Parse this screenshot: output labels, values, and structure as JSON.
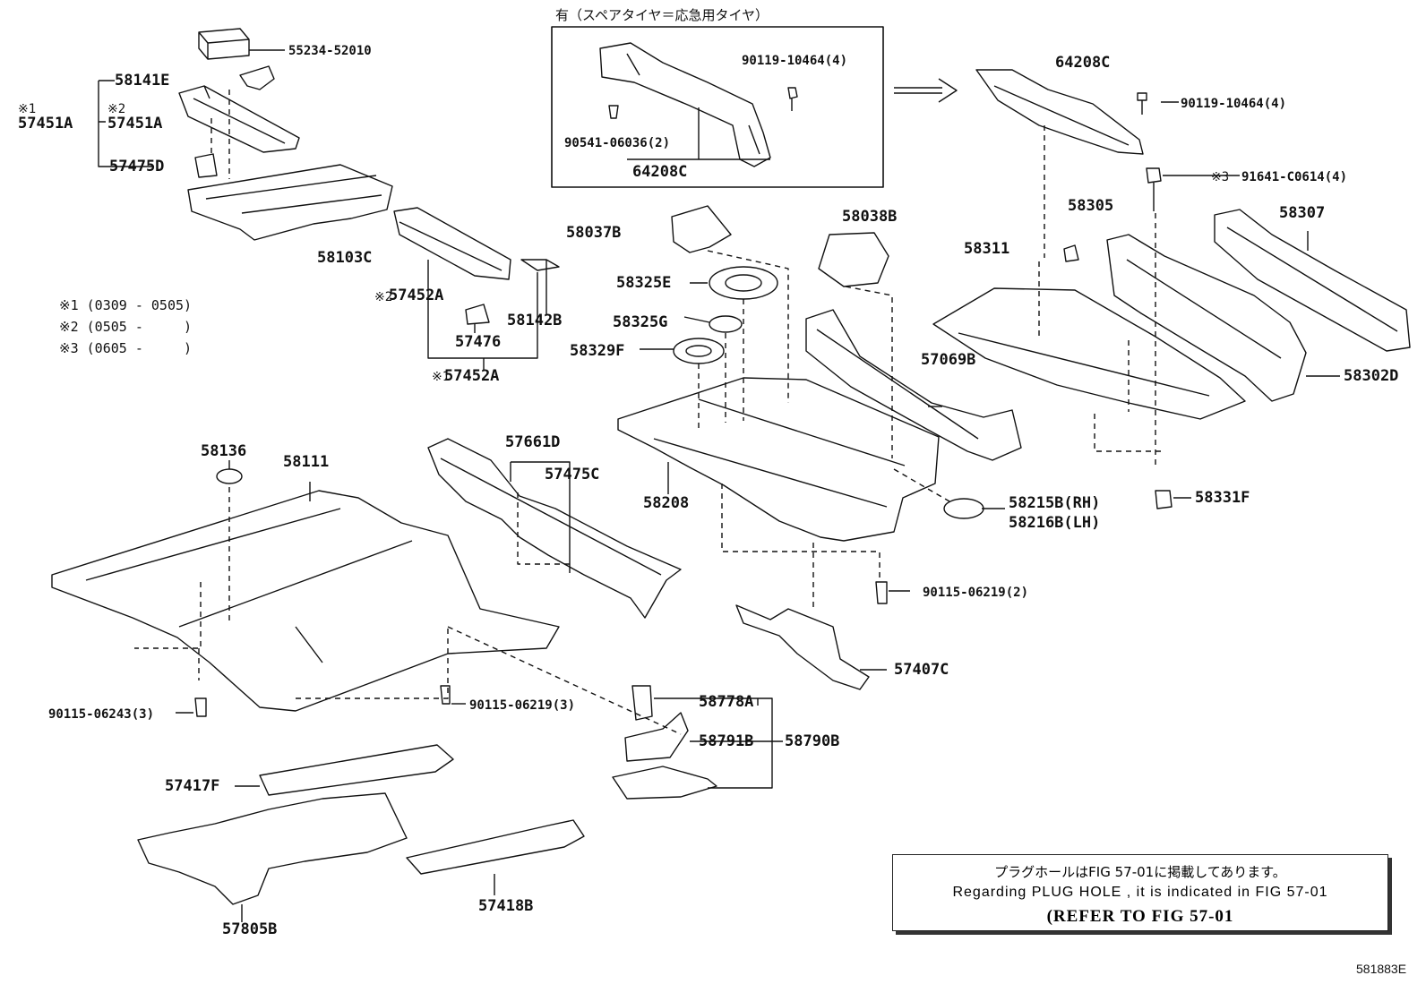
{
  "spare_tire_note": "有（スペアタイヤ＝応急用タイヤ）",
  "parts": {
    "p55234_52010": "55234-52010",
    "p58141E": "58141E",
    "p57451A_1": "57451A",
    "p57451A_2": "57451A",
    "p57475D": "57475D",
    "p58103C": "58103C",
    "p57452A_2": "57452A",
    "p58142B": "58142B",
    "p57476": "57476",
    "p57452A_1": "57452A",
    "p90119_10464_a": "90119-10464(4)",
    "p90541_06036": "90541-06036(2)",
    "p64208C_a": "64208C",
    "p64208C_b": "64208C",
    "p90119_10464_b": "90119-10464(4)",
    "p91641_C0614": "91641-C0614(4)",
    "p58037B": "58037B",
    "p58038B": "58038B",
    "p58325E": "58325E",
    "p58325G": "58325G",
    "p58329F": "58329F",
    "p58305": "58305",
    "p58307": "58307",
    "p58311": "58311",
    "p57069B": "57069B",
    "p58302D": "58302D",
    "p58136": "58136",
    "p58111": "58111",
    "p57661D": "57661D",
    "p57475C": "57475C",
    "p58208": "58208",
    "p58215B": "58215B(RH)",
    "p58216B": "58216B(LH)",
    "p58331F": "58331F",
    "p90115_06219_a": "90115-06219(2)",
    "p57407C": "57407C",
    "p90115_06243": "90115-06243(3)",
    "p90115_06219_b": "90115-06219(3)",
    "p58778A": "58778A",
    "p58791B": "58791B",
    "p58790B": "58790B",
    "p57417F": "57417F",
    "p57805B": "57805B",
    "p57418B": "57418B"
  },
  "marks": {
    "m1": "※1",
    "m2": "※2",
    "m3": "※3",
    "m2b": "※2",
    "m1b": "※1"
  },
  "legend": {
    "l1": "※1 (0309 - 0505)",
    "l2": "※2 (0505 -     )",
    "l3": "※3 (0605 -     )"
  },
  "refbox": {
    "jp": "プラグホールはFIG 57-01に掲載してあります。",
    "en": "Regarding PLUG HOLE , it is indicated in FIG 57-01",
    "refer": "(REFER TO FIG 57-01"
  },
  "figure_id": "581883E"
}
